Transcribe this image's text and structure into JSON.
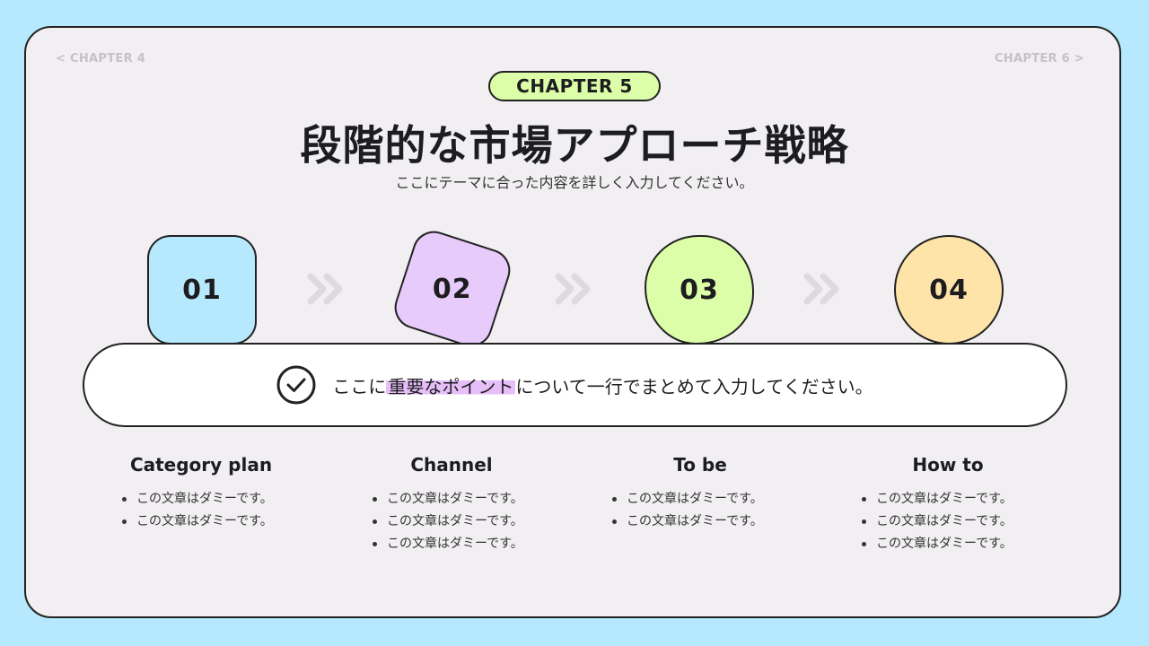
{
  "nav": {
    "prev": "< CHAPTER 4",
    "next": "CHAPTER 6 >"
  },
  "badge": "CHAPTER 5",
  "title": "段階的な市場アプローチ戦略",
  "subtitle": "ここにテーマに合った内容を詳しく入力してください。",
  "steps": [
    {
      "number": "01",
      "color": "#b6e9fd"
    },
    {
      "number": "02",
      "color": "#e7cbfb"
    },
    {
      "number": "03",
      "color": "#ddfea8"
    },
    {
      "number": "04",
      "color": "#fee4a8"
    }
  ],
  "point": {
    "before": "ここに",
    "highlight": "重要なポイント",
    "after": "について一行でまとめて入力してください。",
    "highlight_color": "#e6bff8"
  },
  "columns": [
    {
      "heading": "Category plan",
      "items": [
        "この文章はダミーです。",
        "この文章はダミーです。"
      ]
    },
    {
      "heading": "Channel",
      "items": [
        "この文章はダミーです。",
        "この文章はダミーです。",
        "この文章はダミーです。"
      ]
    },
    {
      "heading": "To be",
      "items": [
        "この文章はダミーです。",
        "この文章はダミーです。"
      ]
    },
    {
      "heading": "How to",
      "items": [
        "この文章はダミーです。",
        "この文章はダミーです。",
        "この文章はダミーです。"
      ]
    }
  ],
  "icons": [
    "chevron-double-right-icon",
    "check-circle-icon"
  ]
}
